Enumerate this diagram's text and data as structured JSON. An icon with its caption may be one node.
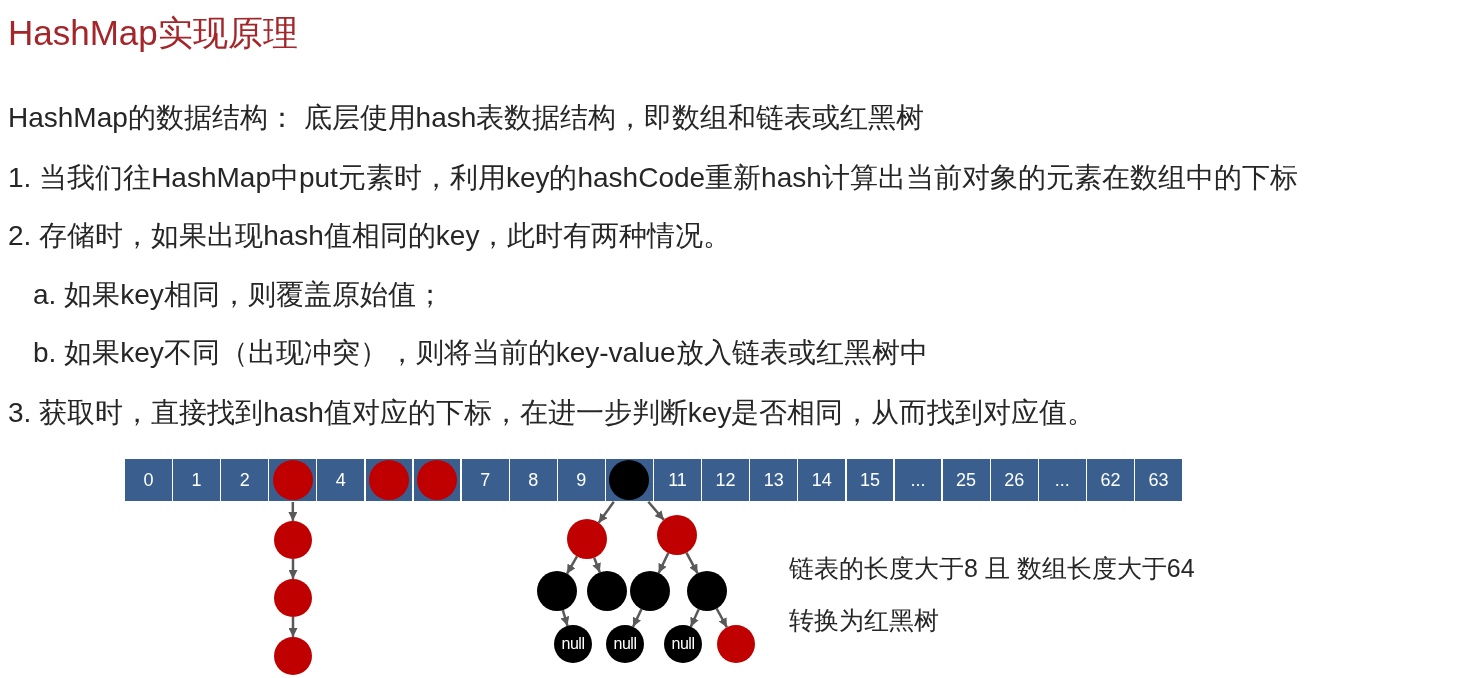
{
  "diagram": {
    "title": "HashMap实现原理",
    "nodes": [
      {
        "text": [
          "0"
        ]
      },
      {
        "text": [
          "1"
        ]
      },
      {
        "text": [
          "2"
        ]
      },
      {
        "text": [],
        "shape": "box"
      },
      {
        "text": [
          "4"
        ]
      },
      {
        "text": [],
        "shape": "box"
      },
      {
        "text": [],
        "shape": "box"
      },
      {
        "text": [
          "7"
        ]
      },
      {
        "text": [
          "8"
        ]
      },
      {
        "text": [
          "9"
        ]
      },
      {
        "text": [],
        "shape": "box"
      },
      {
        "text": [
          "11"
        ]
      },
      {
        "text": [
          "12"
        ]
      },
      {
        "text": [
          "13"
        ]
      },
      {
        "text": [
          "14"
        ]
      },
      {
        "text": [
          "15"
        ]
      },
      {
        "text": [
          "..."
        ]
      },
      {
        "text": [
          "25"
        ]
      },
      {
        "text": [
          "26"
        ]
      },
      {
        "text": [
          "..."
        ]
      },
      {
        "text": [
          "62"
        ]
      },
      {
        "text": [
          "63"
        ]
      },
      {
        "text": [],
        "shape": "circle",
        "in": 3
      },
      {
        "text": [],
        "shape": "circle",
        "in": 5
      },
      {
        "text": [],
        "shape": "circle",
        "in": 6
      },
      {
        "text": [],
        "shape": "circle",
        "in": 10
      },
      {
        "text": [],
        "shape": "circle"
      },
      {
        "text": [],
        "shape": "circle"
      },
      {
        "text": [],
        "shape": "circle"
      },
      {
        "text": [],
        "shape": "circle"
      },
      {
        "text": [],
        "shape": "circle"
      },
      {
        "text": [],
        "shape": "circle"
      },
      {
        "text": [],
        "shape": "circle"
      },
      {
        "text": [],
        "shape": "circle"
      },
      {
        "text": [],
        "shape": "circle"
      },
      {
        "text": [
          "null"
        ]
      },
      {
        "text": [
          "null"
        ]
      },
      {
        "text": [
          "null"
        ]
      },
      {
        "text": [],
        "shape": "circle"
      }
    ],
    "edges": [
      {
        "from": 22,
        "to": 26,
        "arrow": "to"
      },
      {
        "from": 26,
        "to": 27,
        "arrow": "to"
      },
      {
        "from": 27,
        "to": 28,
        "arrow": "to"
      },
      {
        "from": 25,
        "to": 29,
        "arrow": "to"
      },
      {
        "from": 25,
        "to": 30,
        "arrow": "to"
      },
      {
        "from": 29,
        "to": 31,
        "arrow": "to"
      },
      {
        "from": 29,
        "to": 32,
        "arrow": "to"
      },
      {
        "from": 30,
        "to": 33,
        "arrow": "to"
      },
      {
        "from": 30,
        "to": 34,
        "arrow": "to"
      },
      {
        "from": 31,
        "to": 35,
        "arrow": "to"
      },
      {
        "from": 33,
        "to": 36,
        "arrow": "to"
      },
      {
        "from": 34,
        "to": 37,
        "arrow": "to"
      },
      {
        "from": 34,
        "to": 38,
        "arrow": "to"
      }
    ],
    "labels": [
      "HashMap的数据结构： 底层使用hash表数据结构，即数组和链表或红黑树",
      "1. 当我们往HashMap中put元素时，利用key的hashCode重新hash计算出当前对象的元素在数组中的下标",
      "2. 存储时，如果出现hash值相同的key，此时有两种情况。",
      "a. 如果key相同，则覆盖原始值；",
      "b. 如果key不同（出现冲突），则将当前的key-value放入链表或红黑树中",
      "3. 获取时，直接找到hash值对应的下标，在进一步判断key是否相同，从而找到对应值。",
      "链表的长度大于8 且 数组长度大于64",
      "转换为红黑树"
    ]
  }
}
